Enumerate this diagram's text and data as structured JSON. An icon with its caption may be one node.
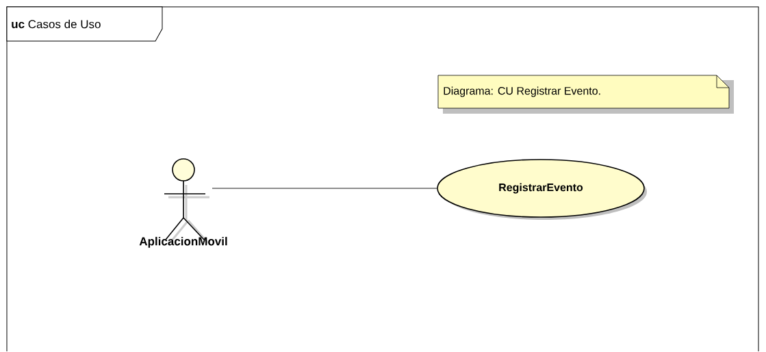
{
  "diagram": {
    "nodes": [
      {
        "text": [
          "**uc** Casos de Uso"
        ]
      },
      {
        "text": [
          "Diagrama: CU Registrar Evento."
        ],
        "in": 0
      },
      {
        "text": [
          "AplicacionMovil"
        ],
        "in": 0
      },
      {
        "text": [
          "RegistrarEvento"
        ],
        "in": 0
      }
    ],
    "edges": [
      {
        "from": 2,
        "to": 3,
        "arrow": "none"
      }
    ]
  }
}
